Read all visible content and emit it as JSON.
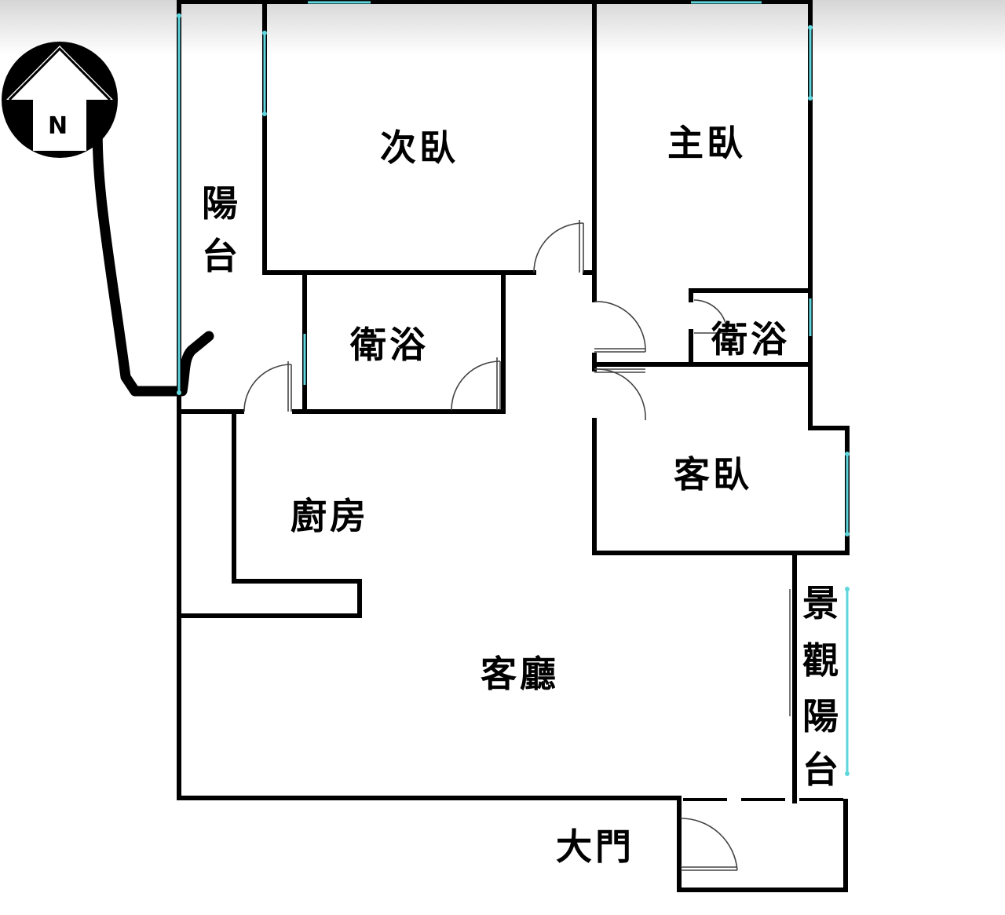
{
  "compass": {
    "letter": "N"
  },
  "rooms": {
    "second_bedroom": "次臥",
    "master_bedroom": "主臥",
    "balcony_line1": "陽",
    "balcony_line2": "台",
    "bathroom_1": "衛浴",
    "bathroom_2": "衛浴",
    "guest_bedroom": "客臥",
    "kitchen": "廚房",
    "living_room": "客廳",
    "view_balcony_line1": "景",
    "view_balcony_line2": "觀",
    "view_balcony_line3": "陽",
    "view_balcony_line4": "台",
    "main_door": "大門"
  },
  "colors": {
    "wall": "#000000",
    "window": "#5fd6dc",
    "background": "#ffffff"
  }
}
